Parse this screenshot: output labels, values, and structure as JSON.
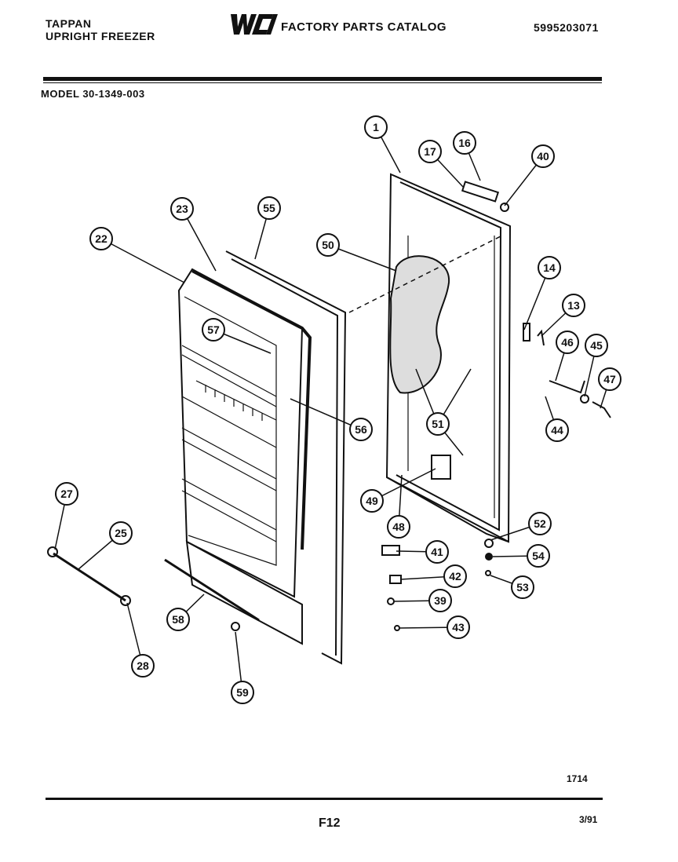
{
  "header": {
    "brand": "TAPPAN",
    "product": "UPRIGHT FREEZER",
    "logo_text": "WCI",
    "catalog_title": "FACTORY PARTS CATALOG",
    "catalog_number": "5995203071",
    "model": "MODEL 30-1349-003"
  },
  "callouts": [
    "1",
    "16",
    "17",
    "40",
    "23",
    "55",
    "22",
    "50",
    "14",
    "13",
    "46",
    "45",
    "47",
    "57",
    "44",
    "56",
    "51",
    "27",
    "25",
    "49",
    "48",
    "52",
    "41",
    "54",
    "42",
    "53",
    "39",
    "43",
    "58",
    "28",
    "59"
  ],
  "footer": {
    "drawing_number": "1714",
    "page_id": "F12",
    "date": "3/91"
  }
}
